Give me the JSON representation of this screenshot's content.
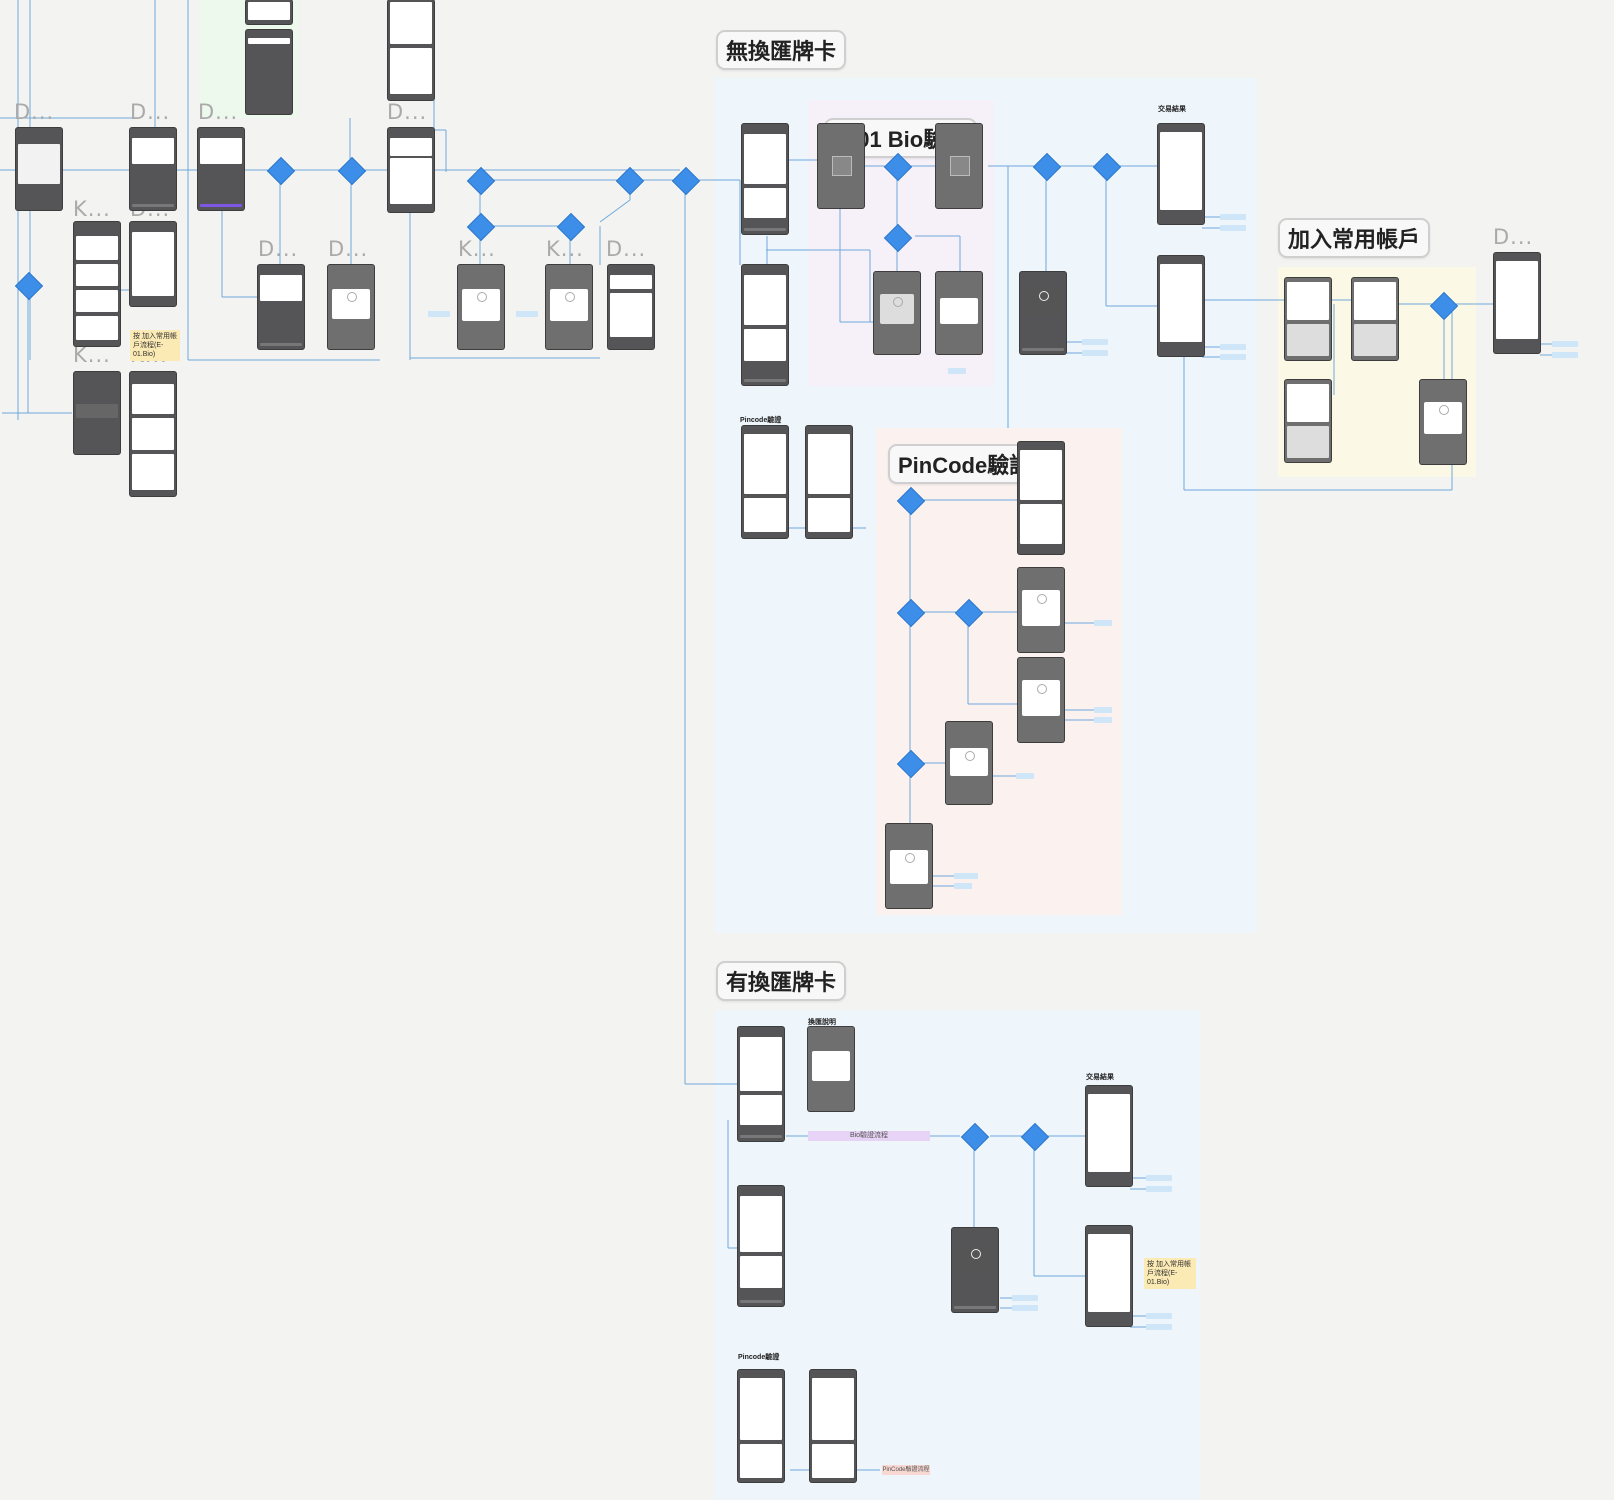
{
  "sections": {
    "no_exchange": "無換匯牌卡",
    "bio": "A-01 Bio驗證",
    "pincode": "PinCode驗證",
    "add_account": "加入常用帳戶",
    "with_exchange": "有換匯牌卡"
  },
  "labels": {
    "tx_result_1": "交易結果",
    "pincode_check_1": "Pincode驗證",
    "exchange_note": "換匯說明",
    "tx_result_2": "交易結果",
    "pincode_check_2": "Pincode驗證",
    "bio_flow_bar": "Bio驗證流程",
    "pincode_flow_bar": "PinCode驗證流程"
  },
  "collapsed_markers": {
    "d": "D...",
    "k": "K..."
  },
  "notes": {
    "add_account_note_1": "按 加入常用帳戶流程(E-01.Bio)",
    "add_account_note_2": "按 加入常用帳戶流程(E-01.Bio)"
  },
  "colors": {
    "canvas": "#f3f3f1",
    "diamond": "#3d8ee8",
    "wire": "#6fa8dc",
    "phone": "#555557",
    "region_blue": "#eef5fb",
    "region_purple": "#f6f0f8",
    "region_pink": "#fbf1ef",
    "region_yellow": "#fbf8e6",
    "note_yellow": "#fbeab3"
  }
}
